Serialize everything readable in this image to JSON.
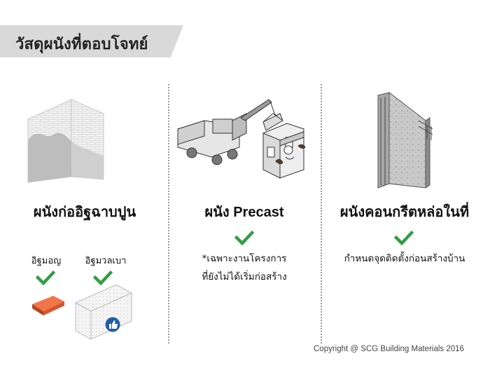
{
  "title": "วัสดุผนังที่ตอบโจทย์",
  "columns": [
    {
      "heading": "ผนังก่ออิฐฉาบปูน",
      "items": [
        {
          "label": "อิฐมอญ",
          "status": "check"
        },
        {
          "label": "อิฐมวลเบา",
          "status": "check",
          "badge": "thumbs-up"
        }
      ]
    },
    {
      "heading": "ผนัง Precast",
      "status": "check",
      "note_line1": "*เฉพาะงานโครงการ",
      "note_line2": "ที่ยังไม่ได้เริ่มก่อสร้าง"
    },
    {
      "heading": "ผนังคอนกรีตหล่อในที่",
      "status": "check",
      "note_line1": "กำหนดจุดติดตั้งก่อนสร้างบ้าน"
    }
  ],
  "copyright": "Copyright @ SCG Building Materials 2016",
  "colors": {
    "check": "#2f9e44",
    "title_bg": "#d9d9d9",
    "brick": "#e2572c",
    "badge": "#1e5ea8"
  }
}
